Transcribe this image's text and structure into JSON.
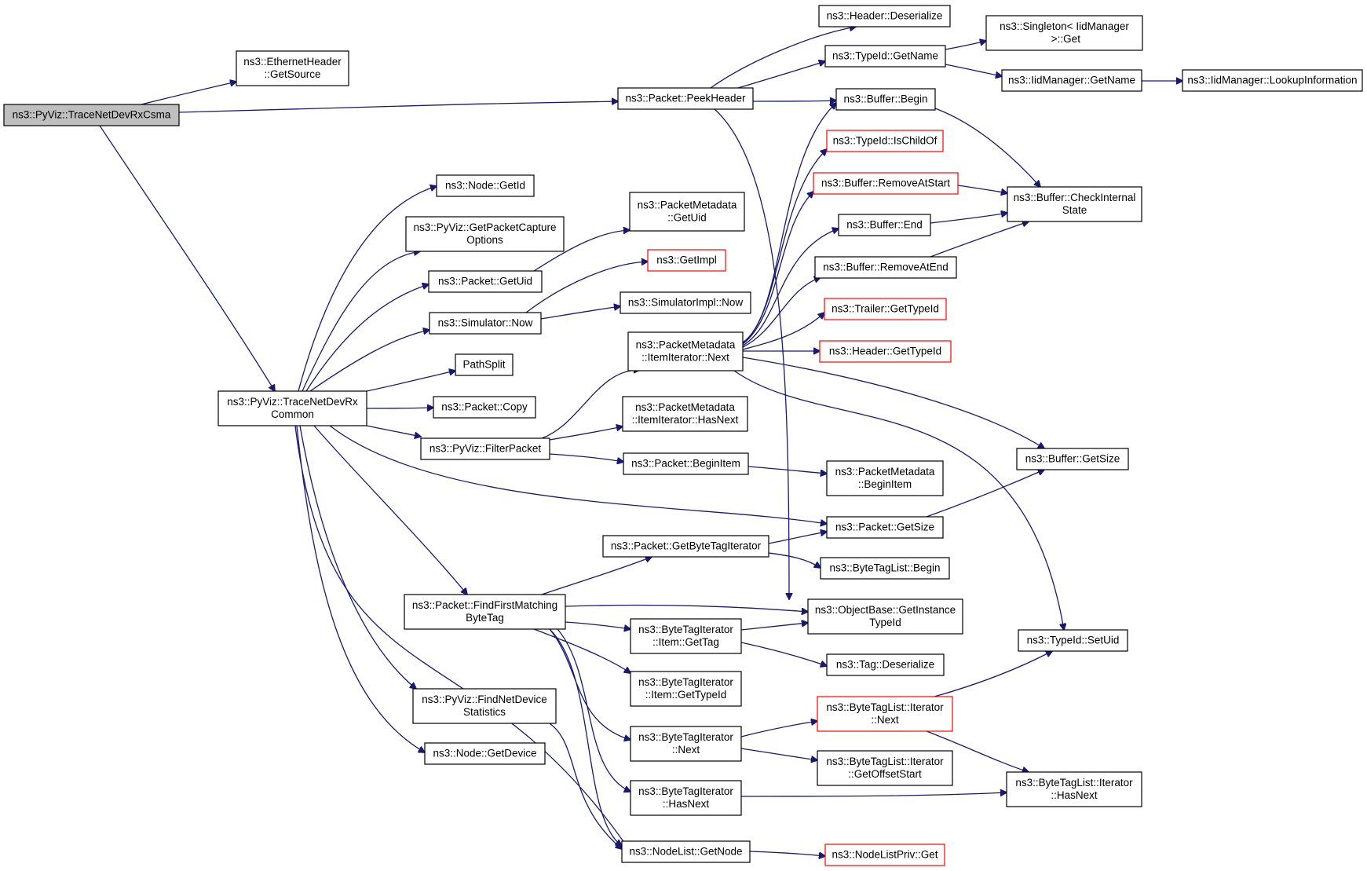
{
  "graph": {
    "nodes": [
      {
        "id": "root",
        "lines": [
          "ns3::PyViz::TraceNetDevRxCsma"
        ],
        "kind": "root"
      },
      {
        "id": "ethSrc",
        "lines": [
          "ns3::EthernetHeader",
          "::GetSource"
        ]
      },
      {
        "id": "peekHeader",
        "lines": [
          "ns3::Packet::PeekHeader"
        ]
      },
      {
        "id": "hdrDeser",
        "lines": [
          "ns3::Header::Deserialize"
        ]
      },
      {
        "id": "typeGetName",
        "lines": [
          "ns3::TypeId::GetName"
        ]
      },
      {
        "id": "singletonGet",
        "lines": [
          "ns3::Singleton< IidManager",
          " >::Get"
        ]
      },
      {
        "id": "iidGetName",
        "lines": [
          "ns3::IidManager::GetName"
        ]
      },
      {
        "id": "lookupInfo",
        "lines": [
          "ns3::IidManager::LookupInformation"
        ]
      },
      {
        "id": "bufBegin",
        "lines": [
          "ns3::Buffer::Begin"
        ]
      },
      {
        "id": "isChildOf",
        "lines": [
          "ns3::TypeId::IsChildOf"
        ],
        "kind": "truncated"
      },
      {
        "id": "removeAtStart",
        "lines": [
          "ns3::Buffer::RemoveAtStart"
        ],
        "kind": "truncated"
      },
      {
        "id": "checkInternal",
        "lines": [
          "ns3::Buffer::CheckInternal",
          "State"
        ]
      },
      {
        "id": "bufEnd",
        "lines": [
          "ns3::Buffer::End"
        ]
      },
      {
        "id": "removeAtEnd",
        "lines": [
          "ns3::Buffer::RemoveAtEnd"
        ]
      },
      {
        "id": "trailerTypeId",
        "lines": [
          "ns3::Trailer::GetTypeId"
        ],
        "kind": "truncated"
      },
      {
        "id": "headerTypeId",
        "lines": [
          "ns3::Header::GetTypeId"
        ],
        "kind": "truncated"
      },
      {
        "id": "nodeGetId",
        "lines": [
          "ns3::Node::GetId"
        ]
      },
      {
        "id": "getPcapOpts",
        "lines": [
          "ns3::PyViz::GetPacketCapture",
          "Options"
        ]
      },
      {
        "id": "pmGetUid",
        "lines": [
          "ns3::PacketMetadata",
          "::GetUid"
        ]
      },
      {
        "id": "pktGetUid",
        "lines": [
          "ns3::Packet::GetUid"
        ]
      },
      {
        "id": "getImpl",
        "lines": [
          "ns3::GetImpl"
        ],
        "kind": "truncated"
      },
      {
        "id": "simNow",
        "lines": [
          "ns3::Simulator::Now"
        ]
      },
      {
        "id": "simImplNow",
        "lines": [
          "ns3::SimulatorImpl::Now"
        ]
      },
      {
        "id": "itemIterNext",
        "lines": [
          "ns3::PacketMetadata",
          "::ItemIterator::Next"
        ]
      },
      {
        "id": "pathSplit",
        "lines": [
          "PathSplit"
        ]
      },
      {
        "id": "traceCommon",
        "lines": [
          "ns3::PyViz::TraceNetDevRx",
          "Common"
        ]
      },
      {
        "id": "pktCopy",
        "lines": [
          "ns3::Packet::Copy"
        ]
      },
      {
        "id": "itemIterHasNext",
        "lines": [
          "ns3::PacketMetadata",
          "::ItemIterator::HasNext"
        ]
      },
      {
        "id": "filterPacket",
        "lines": [
          "ns3::PyViz::FilterPacket"
        ]
      },
      {
        "id": "beginItem",
        "lines": [
          "ns3::Packet::BeginItem"
        ]
      },
      {
        "id": "pmBeginItem",
        "lines": [
          "ns3::PacketMetadata",
          "::BeginItem"
        ]
      },
      {
        "id": "bufGetSize",
        "lines": [
          "ns3::Buffer::GetSize"
        ]
      },
      {
        "id": "pktGetSize",
        "lines": [
          "ns3::Packet::GetSize"
        ]
      },
      {
        "id": "getBTI",
        "lines": [
          "ns3::Packet::GetByteTagIterator"
        ]
      },
      {
        "id": "btlBegin",
        "lines": [
          "ns3::ByteTagList::Begin"
        ]
      },
      {
        "id": "findFirst",
        "lines": [
          "ns3::Packet::FindFirstMatching",
          "ByteTag"
        ]
      },
      {
        "id": "getInstTypeId",
        "lines": [
          "ns3::ObjectBase::GetInstance",
          "TypeId"
        ]
      },
      {
        "id": "btiItemGetTag",
        "lines": [
          "ns3::ByteTagIterator",
          "::Item::GetTag"
        ]
      },
      {
        "id": "tagDeser",
        "lines": [
          "ns3::Tag::Deserialize"
        ]
      },
      {
        "id": "setUid",
        "lines": [
          "ns3::TypeId::SetUid"
        ]
      },
      {
        "id": "btiItemGetTypeId",
        "lines": [
          "ns3::ByteTagIterator",
          "::Item::GetTypeId"
        ]
      },
      {
        "id": "findNetDevStats",
        "lines": [
          "ns3::PyViz::FindNetDevice",
          "Statistics"
        ]
      },
      {
        "id": "btlIterNext",
        "lines": [
          "ns3::ByteTagList::Iterator",
          "::Next"
        ],
        "kind": "truncated"
      },
      {
        "id": "btiNext",
        "lines": [
          "ns3::ByteTagIterator",
          "::Next"
        ]
      },
      {
        "id": "nodeGetDevice",
        "lines": [
          "ns3::Node::GetDevice"
        ]
      },
      {
        "id": "btlIterOffset",
        "lines": [
          "ns3::ByteTagList::Iterator",
          "::GetOffsetStart"
        ]
      },
      {
        "id": "btiHasNext",
        "lines": [
          "ns3::ByteTagIterator",
          "::HasNext"
        ]
      },
      {
        "id": "btlIterHasNext",
        "lines": [
          "ns3::ByteTagList::Iterator",
          "::HasNext"
        ]
      },
      {
        "id": "nodeListGetNode",
        "lines": [
          "ns3::NodeList::GetNode"
        ]
      },
      {
        "id": "nodeListPrivGet",
        "lines": [
          "ns3::NodeListPriv::Get"
        ],
        "kind": "truncated"
      }
    ],
    "edges": [
      {
        "from": "root",
        "to": "ethSrc"
      },
      {
        "from": "root",
        "to": "peekHeader"
      },
      {
        "from": "root",
        "to": "traceCommon"
      },
      {
        "from": "peekHeader",
        "to": "hdrDeser"
      },
      {
        "from": "peekHeader",
        "to": "typeGetName"
      },
      {
        "from": "peekHeader",
        "to": "bufBegin"
      },
      {
        "from": "peekHeader",
        "to": "getInstTypeId"
      },
      {
        "from": "typeGetName",
        "to": "singletonGet"
      },
      {
        "from": "typeGetName",
        "to": "iidGetName"
      },
      {
        "from": "iidGetName",
        "to": "lookupInfo"
      },
      {
        "from": "bufBegin",
        "to": "checkInternal"
      },
      {
        "from": "removeAtStart",
        "to": "checkInternal"
      },
      {
        "from": "bufEnd",
        "to": "checkInternal"
      },
      {
        "from": "removeAtEnd",
        "to": "checkInternal"
      },
      {
        "from": "itemIterNext",
        "to": "bufBegin"
      },
      {
        "from": "itemIterNext",
        "to": "isChildOf"
      },
      {
        "from": "itemIterNext",
        "to": "removeAtStart"
      },
      {
        "from": "itemIterNext",
        "to": "bufEnd"
      },
      {
        "from": "itemIterNext",
        "to": "removeAtEnd"
      },
      {
        "from": "itemIterNext",
        "to": "trailerTypeId"
      },
      {
        "from": "itemIterNext",
        "to": "headerTypeId"
      },
      {
        "from": "itemIterNext",
        "to": "bufGetSize"
      },
      {
        "from": "itemIterNext",
        "to": "setUid"
      },
      {
        "from": "traceCommon",
        "to": "nodeGetId"
      },
      {
        "from": "traceCommon",
        "to": "getPcapOpts"
      },
      {
        "from": "traceCommon",
        "to": "pktGetUid"
      },
      {
        "from": "traceCommon",
        "to": "simNow"
      },
      {
        "from": "traceCommon",
        "to": "pathSplit"
      },
      {
        "from": "traceCommon",
        "to": "pktCopy"
      },
      {
        "from": "traceCommon",
        "to": "filterPacket"
      },
      {
        "from": "traceCommon",
        "to": "pktGetSize"
      },
      {
        "from": "traceCommon",
        "to": "findFirst"
      },
      {
        "from": "traceCommon",
        "to": "findNetDevStats"
      },
      {
        "from": "traceCommon",
        "to": "nodeGetDevice"
      },
      {
        "from": "traceCommon",
        "to": "nodeListGetNode"
      },
      {
        "from": "pktGetUid",
        "to": "pmGetUid"
      },
      {
        "from": "simNow",
        "to": "getImpl"
      },
      {
        "from": "simNow",
        "to": "simImplNow"
      },
      {
        "from": "filterPacket",
        "to": "itemIterNext"
      },
      {
        "from": "filterPacket",
        "to": "itemIterHasNext"
      },
      {
        "from": "filterPacket",
        "to": "beginItem"
      },
      {
        "from": "beginItem",
        "to": "pmBeginItem"
      },
      {
        "from": "pktGetSize",
        "to": "bufGetSize"
      },
      {
        "from": "getBTI",
        "to": "pktGetSize"
      },
      {
        "from": "getBTI",
        "to": "btlBegin"
      },
      {
        "from": "findFirst",
        "to": "getBTI"
      },
      {
        "from": "findFirst",
        "to": "getInstTypeId"
      },
      {
        "from": "findFirst",
        "to": "btiItemGetTag"
      },
      {
        "from": "findFirst",
        "to": "btiItemGetTypeId"
      },
      {
        "from": "findFirst",
        "to": "btiNext"
      },
      {
        "from": "findFirst",
        "to": "btiHasNext"
      },
      {
        "from": "findFirst",
        "to": "nodeListGetNode"
      },
      {
        "from": "btiItemGetTag",
        "to": "getInstTypeId"
      },
      {
        "from": "btiItemGetTag",
        "to": "tagDeser"
      },
      {
        "from": "btlIterNext",
        "to": "setUid"
      },
      {
        "from": "btlIterNext",
        "to": "btlIterHasNext"
      },
      {
        "from": "btiNext",
        "to": "btlIterNext"
      },
      {
        "from": "btiNext",
        "to": "btlIterOffset"
      },
      {
        "from": "btiHasNext",
        "to": "btlIterHasNext"
      },
      {
        "from": "findNetDevStats",
        "to": "nodeListGetNode"
      },
      {
        "from": "nodeListGetNode",
        "to": "nodeListPrivGet"
      }
    ]
  }
}
